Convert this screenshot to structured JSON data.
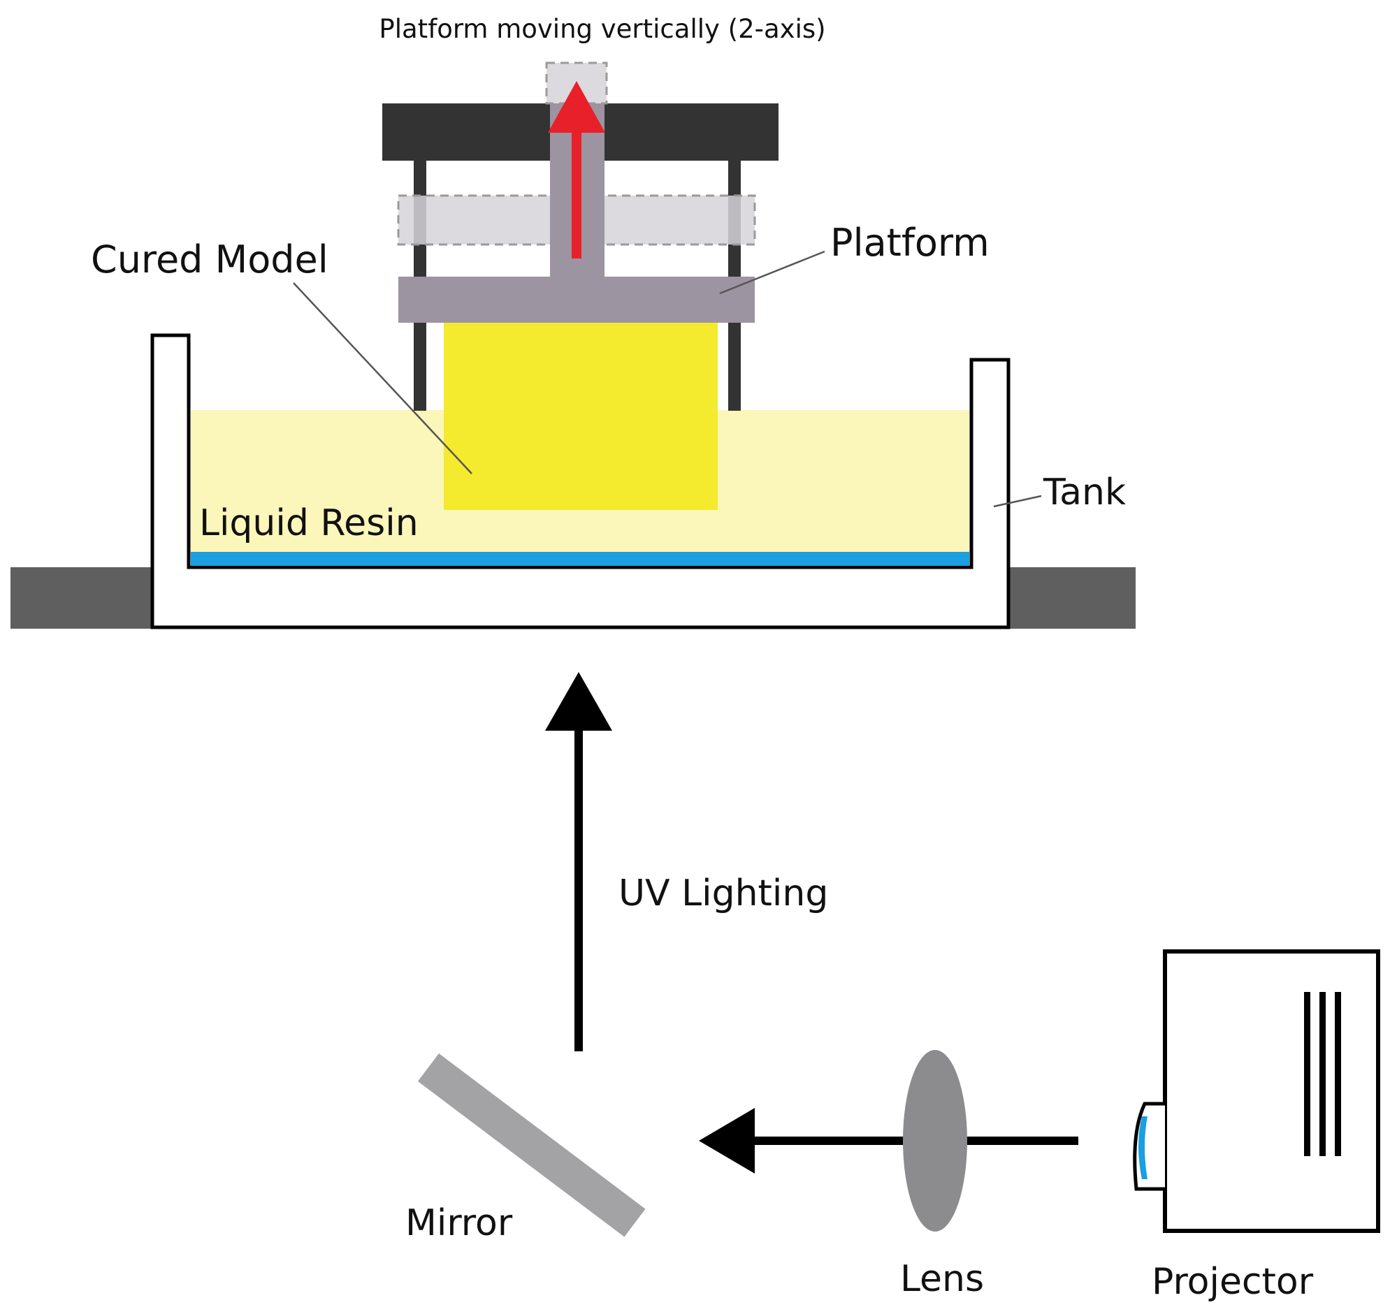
{
  "labels": {
    "platform_motion": "Platform moving vertically (2-axis)",
    "platform": "Platform",
    "cured_model": "Cured Model",
    "liquid_resin": "Liquid Resin",
    "tank": "Tank",
    "uv_lighting": "UV Lighting",
    "mirror": "Mirror",
    "lens": "Lens",
    "projector": "Projector"
  },
  "colors": {
    "frame": "#333333",
    "platform": "#9c94a0",
    "platform_ghost": "#d6d2d9",
    "arrow_up": "#e8202a",
    "cured_model": "#f4ea2e",
    "resin": "#fbf6b9",
    "bottom_film": "#1a9fe0",
    "base": "#5f5f5f",
    "mirror": "#a3a3a5",
    "lens": "#8c8c8e",
    "projector_lens": "#1a9fe0",
    "ink": "#000000"
  }
}
